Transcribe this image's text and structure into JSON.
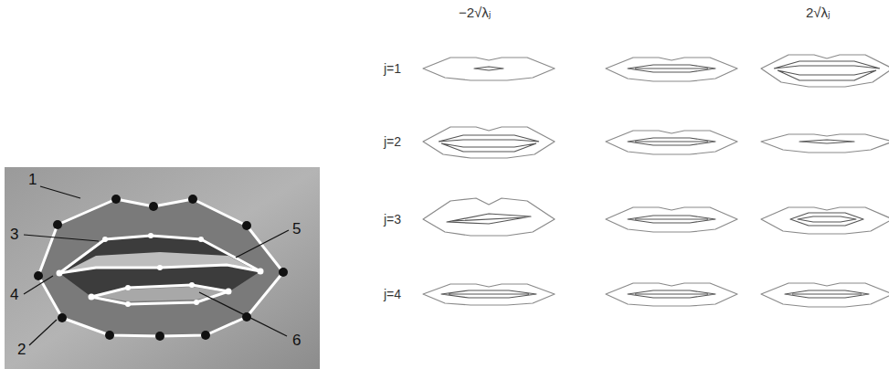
{
  "diagram": {
    "labels": [
      "−2√λⱼ",
      "2√λⱼ",
      "j=1",
      "j=2",
      "j=3",
      "j=4",
      "1",
      "3",
      "4",
      "2",
      "5",
      "6"
    ]
  }
}
